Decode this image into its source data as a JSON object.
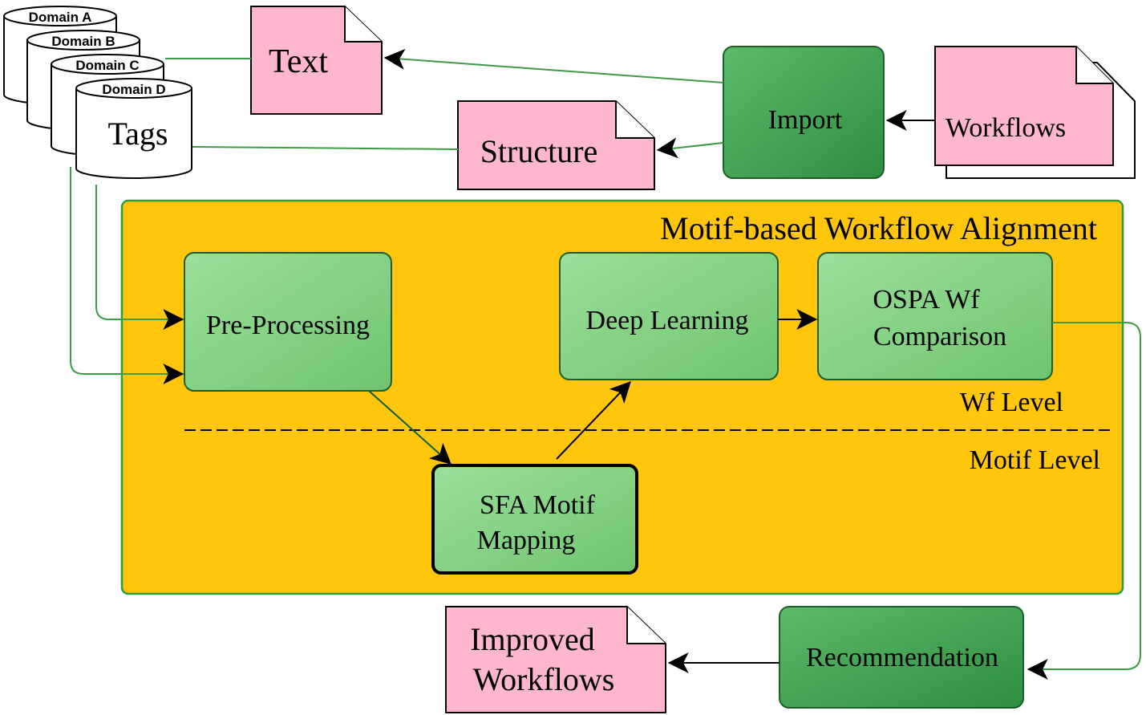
{
  "colors": {
    "panel_fill": "#FFC60B",
    "panel_stroke": "#2E9B3E",
    "light_green_box": "#7FD07F",
    "dark_green_box": "#3FA552",
    "pink_doc": "#FFB6D0",
    "connector_green": "#3E9B45",
    "black": "#000000"
  },
  "databases": {
    "domain_a": "Domain A",
    "domain_b": "Domain B",
    "domain_c": "Domain C",
    "domain_d": "Domain D",
    "tags": "Tags"
  },
  "documents": {
    "text": "Text",
    "structure": "Structure",
    "workflows": "Workflows",
    "improved_line1": "Improved",
    "improved_line2": "Workflows"
  },
  "processes": {
    "import": "Import",
    "pre_processing": "Pre-Processing",
    "deep_learning": "Deep Learning",
    "ospa_line1": "OSPA Wf",
    "ospa_line2": "Comparison",
    "sfa_line1": "SFA Motif",
    "sfa_line2": "Mapping",
    "recommendation": "Recommendation"
  },
  "panel": {
    "title": "Motif-based Workflow Alignment",
    "wf_level": "Wf Level",
    "motif_level": "Motif Level"
  }
}
